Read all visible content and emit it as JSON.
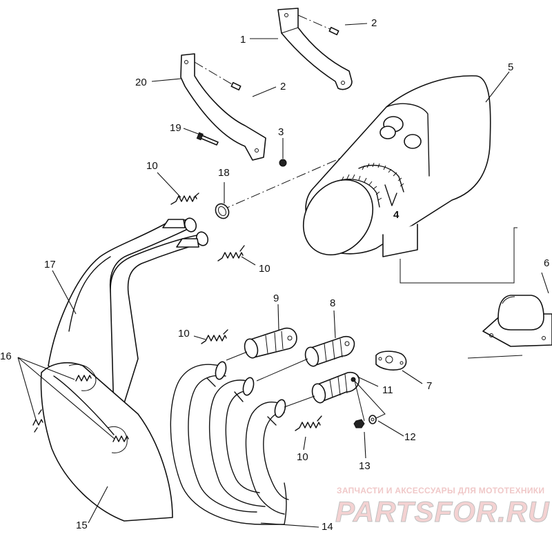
{
  "callouts": {
    "c1": "1",
    "c2a": "2",
    "c2b": "2",
    "c3": "3",
    "c4": "4",
    "c5": "5",
    "c6": "6",
    "c7": "7",
    "c8": "8",
    "c9": "9",
    "c10a": "10",
    "c10b": "10",
    "c10c": "10",
    "c10d": "10",
    "c11": "11",
    "c12": "12",
    "c13": "13",
    "c14": "14",
    "c15": "15",
    "c16": "16",
    "c17": "17",
    "c18": "18",
    "c19": "19",
    "c20": "20"
  },
  "watermark": {
    "tagline": "ЗАПЧАСТИ И АКСЕССУАРЫ ДЛЯ МОТОТЕХНИКИ",
    "logo": "PARTSFOR.RU",
    "color": "#f2cccc"
  },
  "colors": {
    "ink": "#111111",
    "paper": "#ffffff"
  }
}
